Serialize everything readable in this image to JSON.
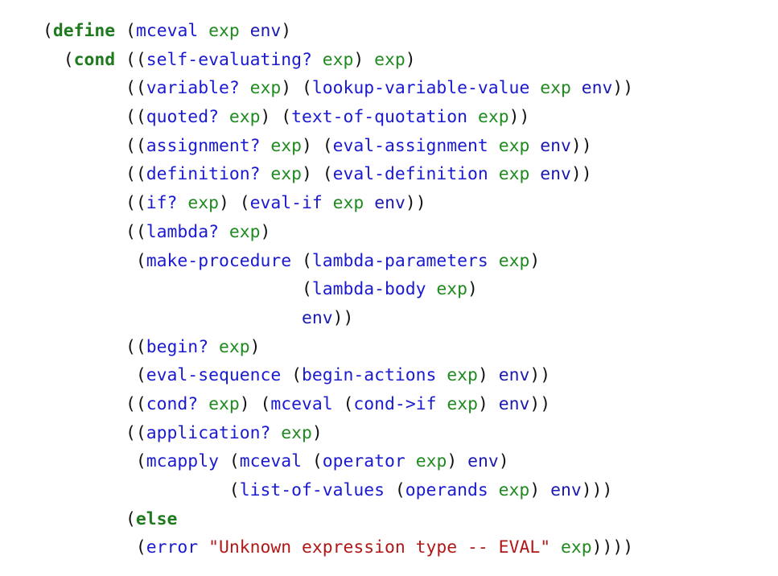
{
  "palette": {
    "background": "#ffffff",
    "paren": "#111111",
    "keyword": "#1f7a1f",
    "function": "#1a1ad0",
    "variable": "#1f8a1f",
    "env": "#1a1ab0",
    "string": "#b01818"
  },
  "lines": [
    [
      [
        "p",
        "("
      ],
      [
        "kw",
        "define"
      ],
      [
        "p",
        " ("
      ],
      [
        "fn",
        "mceval"
      ],
      [
        "p",
        " "
      ],
      [
        "var",
        "exp"
      ],
      [
        "p",
        " "
      ],
      [
        "env",
        "env"
      ],
      [
        "p",
        ")"
      ]
    ],
    [
      [
        "p",
        "  ("
      ],
      [
        "kw",
        "cond"
      ],
      [
        "p",
        " (("
      ],
      [
        "fn",
        "self-evaluating?"
      ],
      [
        "p",
        " "
      ],
      [
        "var",
        "exp"
      ],
      [
        "p",
        ") "
      ],
      [
        "var",
        "exp"
      ],
      [
        "p",
        ")"
      ]
    ],
    [
      [
        "p",
        "        (("
      ],
      [
        "fn",
        "variable?"
      ],
      [
        "p",
        " "
      ],
      [
        "var",
        "exp"
      ],
      [
        "p",
        ") ("
      ],
      [
        "fn",
        "lookup-variable-value"
      ],
      [
        "p",
        " "
      ],
      [
        "var",
        "exp"
      ],
      [
        "p",
        " "
      ],
      [
        "env",
        "env"
      ],
      [
        "p",
        "))"
      ]
    ],
    [
      [
        "p",
        "        (("
      ],
      [
        "fn",
        "quoted?"
      ],
      [
        "p",
        " "
      ],
      [
        "var",
        "exp"
      ],
      [
        "p",
        ") ("
      ],
      [
        "fn",
        "text-of-quotation"
      ],
      [
        "p",
        " "
      ],
      [
        "var",
        "exp"
      ],
      [
        "p",
        "))"
      ]
    ],
    [
      [
        "p",
        "        (("
      ],
      [
        "fn",
        "assignment?"
      ],
      [
        "p",
        " "
      ],
      [
        "var",
        "exp"
      ],
      [
        "p",
        ") ("
      ],
      [
        "fn",
        "eval-assignment"
      ],
      [
        "p",
        " "
      ],
      [
        "var",
        "exp"
      ],
      [
        "p",
        " "
      ],
      [
        "env",
        "env"
      ],
      [
        "p",
        "))"
      ]
    ],
    [
      [
        "p",
        "        (("
      ],
      [
        "fn",
        "definition?"
      ],
      [
        "p",
        " "
      ],
      [
        "var",
        "exp"
      ],
      [
        "p",
        ") ("
      ],
      [
        "fn",
        "eval-definition"
      ],
      [
        "p",
        " "
      ],
      [
        "var",
        "exp"
      ],
      [
        "p",
        " "
      ],
      [
        "env",
        "env"
      ],
      [
        "p",
        "))"
      ]
    ],
    [
      [
        "p",
        "        (("
      ],
      [
        "fn",
        "if?"
      ],
      [
        "p",
        " "
      ],
      [
        "var",
        "exp"
      ],
      [
        "p",
        ") ("
      ],
      [
        "fn",
        "eval-if"
      ],
      [
        "p",
        " "
      ],
      [
        "var",
        "exp"
      ],
      [
        "p",
        " "
      ],
      [
        "env",
        "env"
      ],
      [
        "p",
        "))"
      ]
    ],
    [
      [
        "p",
        "        (("
      ],
      [
        "fn",
        "lambda?"
      ],
      [
        "p",
        " "
      ],
      [
        "var",
        "exp"
      ],
      [
        "p",
        ")"
      ]
    ],
    [
      [
        "p",
        "         ("
      ],
      [
        "fn",
        "make-procedure"
      ],
      [
        "p",
        " ("
      ],
      [
        "fn",
        "lambda-parameters"
      ],
      [
        "p",
        " "
      ],
      [
        "var",
        "exp"
      ],
      [
        "p",
        ")"
      ]
    ],
    [
      [
        "p",
        "                         ("
      ],
      [
        "fn",
        "lambda-body"
      ],
      [
        "p",
        " "
      ],
      [
        "var",
        "exp"
      ],
      [
        "p",
        ")"
      ]
    ],
    [
      [
        "p",
        "                         "
      ],
      [
        "env",
        "env"
      ],
      [
        "p",
        "))"
      ]
    ],
    [
      [
        "p",
        "        (("
      ],
      [
        "fn",
        "begin?"
      ],
      [
        "p",
        " "
      ],
      [
        "var",
        "exp"
      ],
      [
        "p",
        ")"
      ]
    ],
    [
      [
        "p",
        "         ("
      ],
      [
        "fn",
        "eval-sequence"
      ],
      [
        "p",
        " ("
      ],
      [
        "fn",
        "begin-actions"
      ],
      [
        "p",
        " "
      ],
      [
        "var",
        "exp"
      ],
      [
        "p",
        ") "
      ],
      [
        "env",
        "env"
      ],
      [
        "p",
        "))"
      ]
    ],
    [
      [
        "p",
        "        (("
      ],
      [
        "fn",
        "cond?"
      ],
      [
        "p",
        " "
      ],
      [
        "var",
        "exp"
      ],
      [
        "p",
        ") ("
      ],
      [
        "fn",
        "mceval"
      ],
      [
        "p",
        " ("
      ],
      [
        "fn",
        "cond->if"
      ],
      [
        "p",
        " "
      ],
      [
        "var",
        "exp"
      ],
      [
        "p",
        ") "
      ],
      [
        "env",
        "env"
      ],
      [
        "p",
        "))"
      ]
    ],
    [
      [
        "p",
        "        (("
      ],
      [
        "fn",
        "application?"
      ],
      [
        "p",
        " "
      ],
      [
        "var",
        "exp"
      ],
      [
        "p",
        ")"
      ]
    ],
    [
      [
        "p",
        "         ("
      ],
      [
        "fn",
        "mcapply"
      ],
      [
        "p",
        " ("
      ],
      [
        "fn",
        "mceval"
      ],
      [
        "p",
        " ("
      ],
      [
        "fn",
        "operator"
      ],
      [
        "p",
        " "
      ],
      [
        "var",
        "exp"
      ],
      [
        "p",
        ") "
      ],
      [
        "env",
        "env"
      ],
      [
        "p",
        ")"
      ]
    ],
    [
      [
        "p",
        "                  ("
      ],
      [
        "fn",
        "list-of-values"
      ],
      [
        "p",
        " ("
      ],
      [
        "fn",
        "operands"
      ],
      [
        "p",
        " "
      ],
      [
        "var",
        "exp"
      ],
      [
        "p",
        ") "
      ],
      [
        "env",
        "env"
      ],
      [
        "p",
        ")))"
      ]
    ],
    [
      [
        "p",
        "        ("
      ],
      [
        "kw",
        "else"
      ]
    ],
    [
      [
        "p",
        "         ("
      ],
      [
        "fn",
        "error"
      ],
      [
        "p",
        " "
      ],
      [
        "str",
        "\"Unknown expression type -- EVAL\""
      ],
      [
        "p",
        " "
      ],
      [
        "var",
        "exp"
      ],
      [
        "p",
        "))))"
      ]
    ]
  ]
}
